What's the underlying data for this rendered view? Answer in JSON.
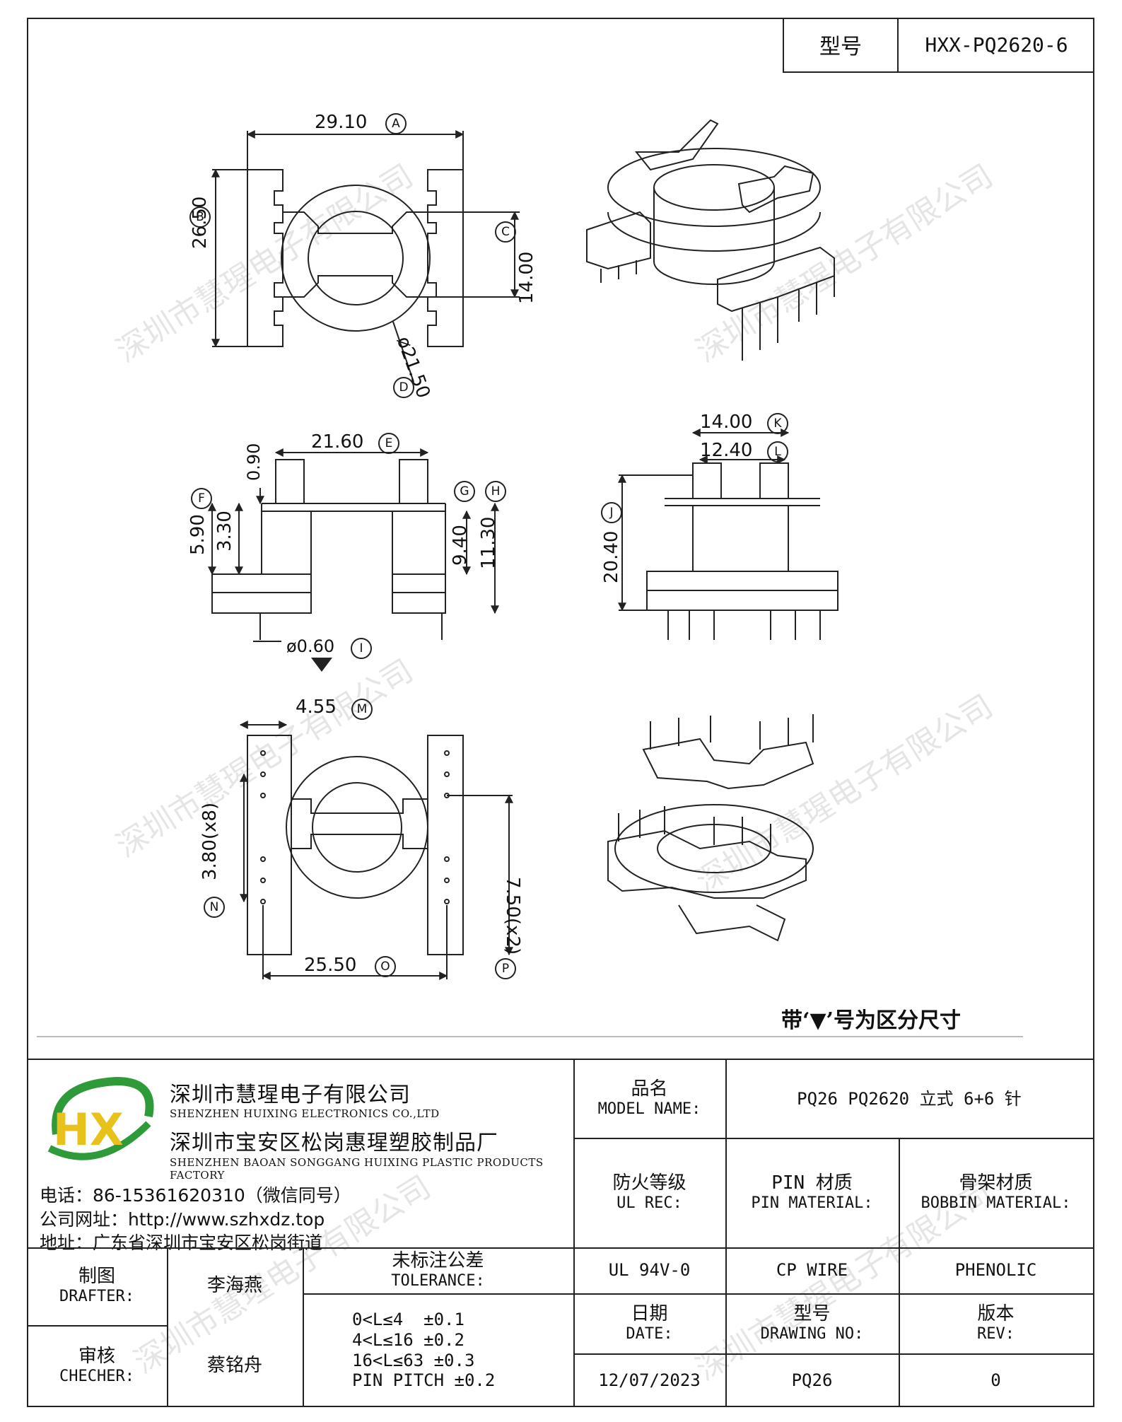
{
  "header": {
    "model_key": "型号",
    "model_value": "HXX-PQ2620-6"
  },
  "dimensions": {
    "A": "29.10",
    "B": "26.50",
    "C": "14.00",
    "D": "ø21.50",
    "E": "21.60",
    "F": "5.90",
    "f_sub": "3.30",
    "top_gap": "0.90",
    "G": "9.40",
    "H": "11.30",
    "I": "ø0.60",
    "J": "20.40",
    "K": "14.00",
    "L": "12.40",
    "M": "4.55",
    "N": "3.80(x8)",
    "O": "25.50",
    "P": "7.50(x2)"
  },
  "labels": {
    "A": "A",
    "B": "B",
    "C": "C",
    "D": "D",
    "E": "E",
    "F": "F",
    "G": "G",
    "H": "H",
    "I": "I",
    "J": "J",
    "K": "K",
    "L": "L",
    "M": "M",
    "N": "N",
    "O": "O",
    "P": "P"
  },
  "note": "带‘▼’号为区分尺寸",
  "watermark": "深圳市慧瑆电子有限公司",
  "company": {
    "name_cn": "深圳市慧瑆电子有限公司",
    "name_en": "SHENZHEN HUIXING ELECTRONICS CO.,LTD",
    "factory_cn": "深圳市宝安区松岗惠瑆塑胶制品厂",
    "factory_en": "SHENZHEN BAOAN SONGGANG HUIXING PLASTIC PRODUCTS FACTORY",
    "phone": "电话：86-15361620310（微信同号）",
    "website": "公司网址：http://www.szhxdz.top",
    "address": "地址：广东省深圳市宝安区松岗街道",
    "logo_letters": "HX"
  },
  "title_block": {
    "model_name_cn": "品名",
    "model_name_en": "MODEL NAME:",
    "model_name_value": "PQ26 PQ2620 立式 6+6 针",
    "ul_cn": "防火等级",
    "ul_en": "UL REC:",
    "pin_cn": "PIN 材质",
    "pin_en": "PIN MATERIAL:",
    "bobbin_cn": "骨架材质",
    "bobbin_en": "BOBBIN MATERIAL:",
    "ul_value": "UL 94V-0",
    "pin_value": "CP WIRE",
    "bobbin_value": "PHENOLIC",
    "drafter_cn": "制图",
    "drafter_en": "DRAFTER:",
    "drafter_name": "李海燕",
    "checker_cn": "审核",
    "checker_en": "CHECHER:",
    "checker_name": "蔡铭舟",
    "tolerance_cn": "未标注公差",
    "tolerance_en": "TOLERANCE:",
    "tolerance_lines": [
      "0<L≤4  ±0.1",
      "4<L≤16 ±0.2",
      "16<L≤63 ±0.3",
      "PIN PITCH ±0.2"
    ],
    "date_cn": "日期",
    "date_en": "DATE:",
    "date_value": "12/07/2023",
    "drawing_cn": "型号",
    "drawing_en": "DRAWING NO:",
    "drawing_value": "PQ26",
    "rev_cn": "版本",
    "rev_en": "REV:",
    "rev_value": "0"
  },
  "colors": {
    "line": "#222222",
    "logo_green": "#2e9a3a",
    "logo_yellow": "#e8c21a",
    "logo_blue": "#1c5fae"
  }
}
